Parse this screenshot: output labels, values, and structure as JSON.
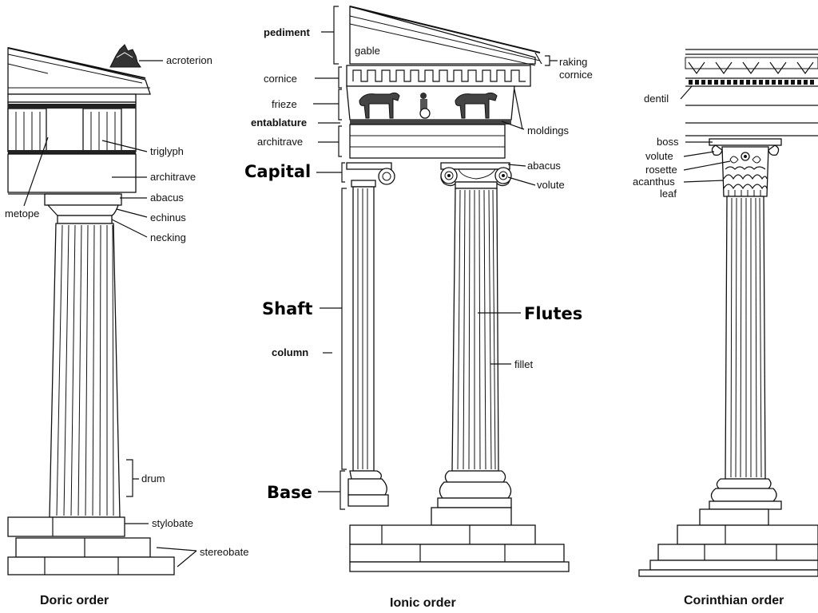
{
  "doric": {
    "caption": "Doric order",
    "labels": {
      "acroterion": "acroterion",
      "triglyph": "triglyph",
      "architrave": "architrave",
      "abacus": "abacus",
      "metope": "metope",
      "echinus": "echinus",
      "necking": "necking",
      "drum": "drum",
      "stylobate": "stylobate",
      "stereobate": "stereobate"
    }
  },
  "ionic": {
    "caption": "Ionic order",
    "labels": {
      "pediment": "pediment",
      "gable": "gable",
      "raking_cornice_1": "raking",
      "raking_cornice_2": "cornice",
      "cornice": "cornice",
      "frieze": "frieze",
      "entablature": "entablature",
      "architrave": "architrave",
      "moldings": "moldings",
      "capital": "Capital",
      "abacus": "abacus",
      "volute": "volute",
      "shaft": "Shaft",
      "flutes": "Flutes",
      "column": "column",
      "fillet": "fillet",
      "base": "Base"
    }
  },
  "corinthian": {
    "caption": "Corinthian order",
    "labels": {
      "dentil": "dentil",
      "boss": "boss",
      "volute": "volute",
      "rosette": "rosette",
      "acanthus_1": "acanthus",
      "acanthus_2": "leaf"
    }
  }
}
